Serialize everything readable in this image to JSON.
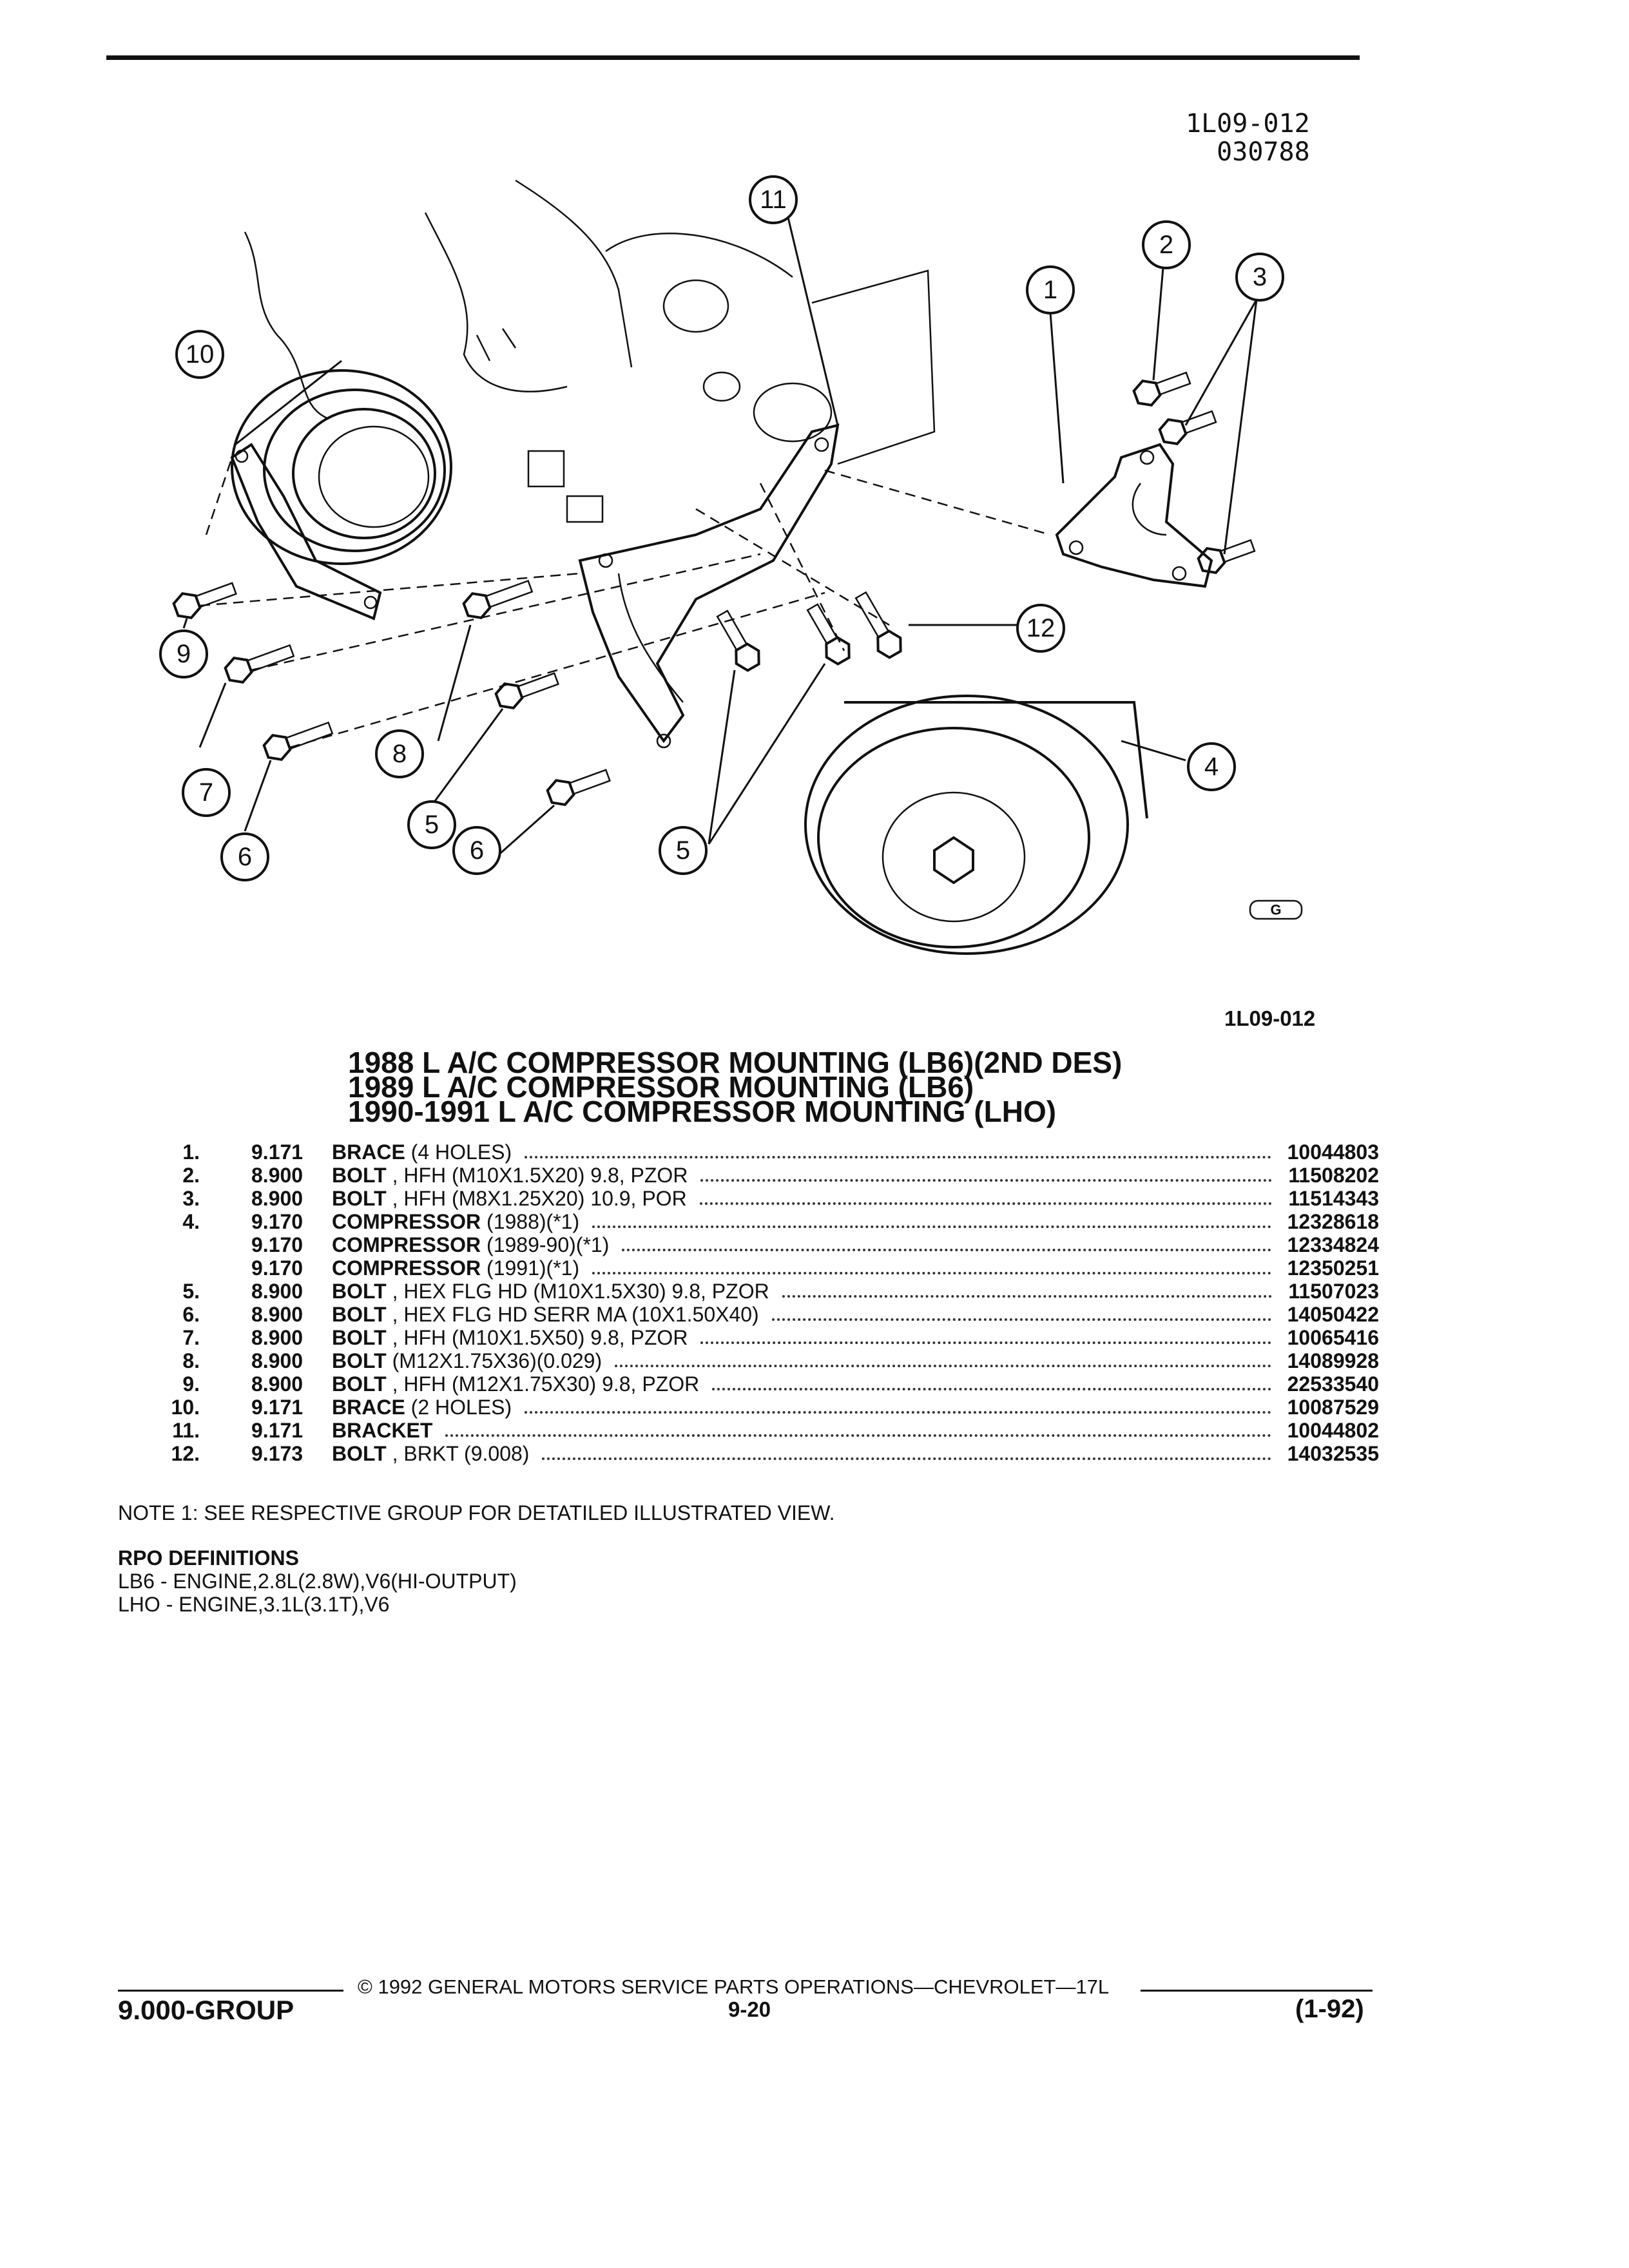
{
  "ref_code": [
    "1L09-012",
    "030788"
  ],
  "figure_code": "1L09-012",
  "titles": [
    "1988 L A/C COMPRESSOR MOUNTING (LB6)(2ND DES)",
    "1989 L A/C COMPRESSOR MOUNTING (LB6)",
    "1990-1991 L A/C COMPRESSOR MOUNTING (LHO)"
  ],
  "callouts": [
    "1",
    "2",
    "3",
    "4",
    "5",
    "5",
    "6",
    "6",
    "7",
    "8",
    "9",
    "10",
    "11",
    "12"
  ],
  "parts": [
    {
      "num": "1.",
      "group": "9.171",
      "name": "BRACE",
      "spec": "(4 HOLES)",
      "pn": "10044803"
    },
    {
      "num": "2.",
      "group": "8.900",
      "name": "BOLT",
      "spec": ", HFH (M10X1.5X20) 9.8, PZOR",
      "pn": "11508202"
    },
    {
      "num": "3.",
      "group": "8.900",
      "name": "BOLT",
      "spec": ", HFH (M8X1.25X20) 10.9, POR",
      "pn": "11514343"
    },
    {
      "num": "4.",
      "group": "9.170",
      "name": "COMPRESSOR",
      "spec": "(1988)(*1)",
      "pn": "12328618"
    },
    {
      "num": "",
      "group": "9.170",
      "name": "COMPRESSOR",
      "spec": "(1989-90)(*1)",
      "pn": "12334824"
    },
    {
      "num": "",
      "group": "9.170",
      "name": "COMPRESSOR",
      "spec": "(1991)(*1)",
      "pn": "12350251"
    },
    {
      "num": "5.",
      "group": "8.900",
      "name": "BOLT",
      "spec": ", HEX FLG HD (M10X1.5X30) 9.8, PZOR",
      "pn": "11507023"
    },
    {
      "num": "6.",
      "group": "8.900",
      "name": "BOLT",
      "spec": ", HEX FLG HD SERR MA (10X1.50X40)",
      "pn": "14050422"
    },
    {
      "num": "7.",
      "group": "8.900",
      "name": "BOLT",
      "spec": ", HFH (M10X1.5X50) 9.8, PZOR",
      "pn": "10065416"
    },
    {
      "num": "8.",
      "group": "8.900",
      "name": "BOLT",
      "spec": "(M12X1.75X36)(0.029)",
      "pn": "14089928"
    },
    {
      "num": "9.",
      "group": "8.900",
      "name": "BOLT",
      "spec": ", HFH (M12X1.75X30) 9.8, PZOR",
      "pn": "22533540"
    },
    {
      "num": "10.",
      "group": "9.171",
      "name": "BRACE",
      "spec": "(2 HOLES)",
      "pn": "10087529"
    },
    {
      "num": "11.",
      "group": "9.171",
      "name": "BRACKET",
      "spec": "",
      "pn": "10044802"
    },
    {
      "num": "12.",
      "group": "9.173",
      "name": "BOLT",
      "spec": ", BRKT (9.008)",
      "pn": "14032535"
    }
  ],
  "note": "NOTE  1:  SEE RESPECTIVE GROUP FOR DETATILED ILLUSTRATED VIEW.",
  "rpo": {
    "heading": "RPO DEFINITIONS",
    "lines": [
      "LB6 - ENGINE,2.8L(2.8W),V6(HI-OUTPUT)",
      "LHO - ENGINE,3.1L(3.1T),V6"
    ]
  },
  "footer": {
    "copyright": "© 1992  GENERAL MOTORS SERVICE PARTS OPERATIONS—CHEVROLET—17L",
    "group": "9.000-GROUP",
    "page": "9-20",
    "revision": "(1-92)"
  }
}
